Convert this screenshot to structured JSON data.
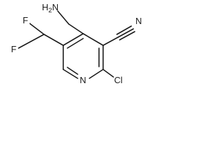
{
  "atoms": {
    "amine": {
      "main": "H",
      "count": "2",
      "tail": "N"
    },
    "fluorine_top": "F",
    "fluorine_bottom": "F",
    "nitrile_nitrogen": "N",
    "ring_nitrogen": "N",
    "chlorine": "Cl"
  },
  "colors": {
    "bond": "#1a1a1a",
    "label": "#1a1a1a",
    "background": "#ffffff"
  }
}
